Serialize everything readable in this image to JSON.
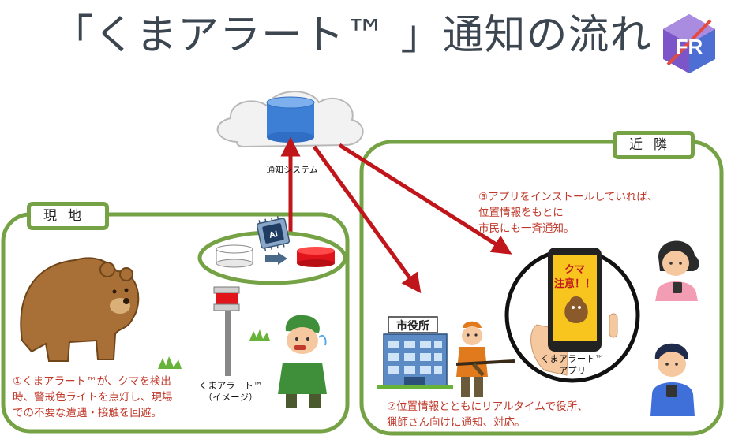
{
  "title": "「くまアラート™ 」通知の流れ",
  "logo": {
    "text": "FR",
    "icon": "fr-logo-icon",
    "colors": [
      "#6a3fa0",
      "#4b6fd0",
      "#e64a3c"
    ]
  },
  "panels": {
    "onsite": {
      "label": "現地"
    },
    "nearby": {
      "label": "近隣"
    }
  },
  "cloud": {
    "label": "通知システム"
  },
  "ai_chip": {
    "label": "AI"
  },
  "sensor_label": [
    "くまアラート™",
    "（イメージ）"
  ],
  "city_hall_sign": "市役所",
  "phone": {
    "screen_text": [
      "クマ",
      "注意！！"
    ],
    "label": [
      "くまアラート™",
      "アプリ"
    ]
  },
  "captions": {
    "step1": [
      "①くまアラート™が、クマを検出",
      "時、警戒色ライトを点灯し、現場",
      "での不要な遭遇・接触を回避。"
    ],
    "step2": [
      "②位置情報とともにリアルタイムで役所、",
      "猟師さん向けに通知、対応。"
    ],
    "step3": [
      "③アプリをインストールしていれば、",
      "位置情報をもとに",
      "市民にも一斉通知。"
    ]
  },
  "colors": {
    "panel_green": "#76a246",
    "arrow_red": "#c0161b",
    "caption_red": "#c0392b",
    "db_blue": "#3e7fd6"
  }
}
